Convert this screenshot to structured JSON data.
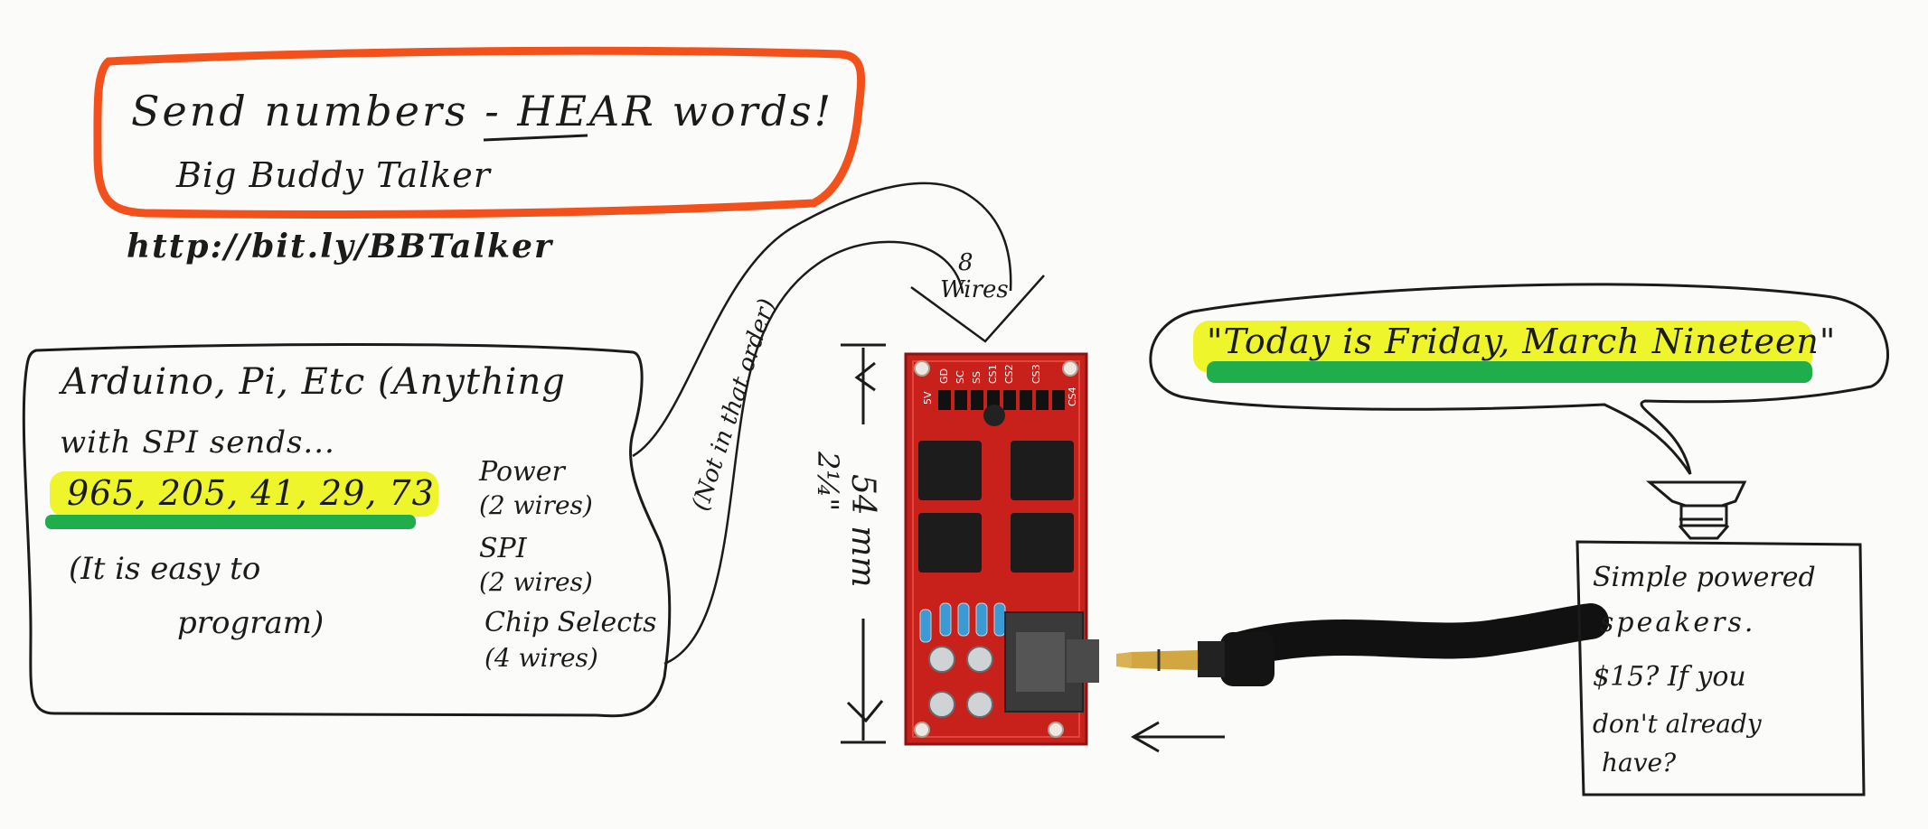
{
  "title_box": {
    "headline": "Send numbers - HEAR words!",
    "subtitle": "Big Buddy Talker",
    "url": "http://bit.ly/BBTalker"
  },
  "controller_box": {
    "line1": "Arduino, Pi, Etc (Anything",
    "line2": "with SPI sends...",
    "numbers": "965, 205, 41, 29, 73",
    "note_line1": "(It is easy to",
    "note_line2": "program)"
  },
  "wire_labels": {
    "power": "Power",
    "power_count": "(2 wires)",
    "spi": "SPI",
    "spi_count": "(2 wires)",
    "chip_selects": "Chip Selects",
    "chip_selects_count": "(4 wires)",
    "not_in_order": "(Not in that order)",
    "wires_count": "8",
    "wires_word": "Wires"
  },
  "board": {
    "dimension_mm": "54 mm",
    "dimension_in": "2¼\"",
    "pin_labels": [
      "5V",
      "GD",
      "SC",
      "SS",
      "CS1",
      "CS2",
      "CS3",
      "CS4"
    ]
  },
  "speech_bubble": {
    "quote": "\"Today is Friday, March Nineteen\""
  },
  "speakers_box": {
    "line1": "Simple powered",
    "line2": "speakers.",
    "line3": "$15? If you",
    "line4": "don't already",
    "line5": "have?"
  },
  "colors": {
    "title_border": "#f2511b",
    "highlight_yellow": "#eef52a",
    "highlight_green": "#1fae4b",
    "pcb_red": "#c8211c",
    "ink": "#1b1b1b"
  }
}
